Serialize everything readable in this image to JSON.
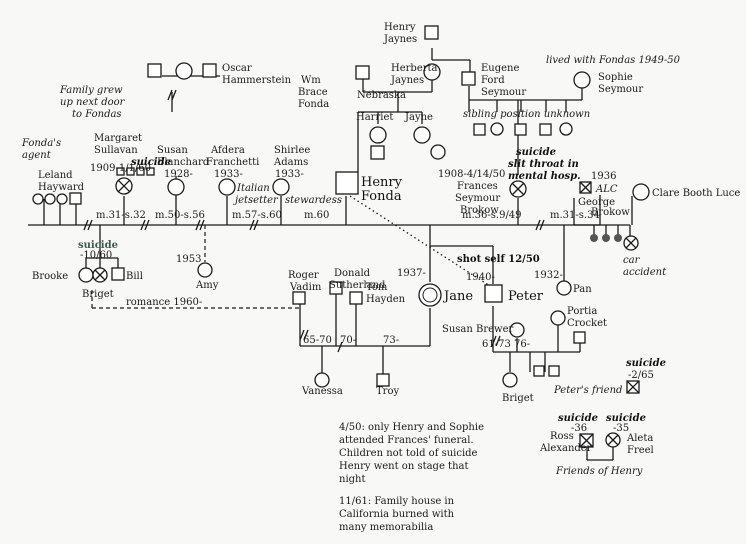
{
  "people": {
    "henry_jaynes": [
      "Henry",
      "Jaynes"
    ],
    "oscar": [
      "Oscar",
      "Hammerstein"
    ],
    "herberta": [
      "Herberta",
      "Jaynes"
    ],
    "eugene": [
      "Eugene",
      "Ford",
      "Seymour"
    ],
    "wm": [
      "Wm",
      "Brace",
      "Fonda"
    ],
    "sophie": [
      "Sophie",
      "Seymour"
    ],
    "harriet": "Harriet",
    "jayne": "Jayne",
    "margaret": [
      "Margaret",
      "Sullavan"
    ],
    "susan_b": [
      "Susan",
      "Blanchard"
    ],
    "afdera": [
      "Afdera",
      "Franchetti"
    ],
    "shirlee": [
      "Shirlee",
      "Adams"
    ],
    "henry_fonda": [
      "Henry",
      "Fonda"
    ],
    "leland": [
      "Leland",
      "Hayward"
    ],
    "frances": [
      "Frances",
      "Seymour",
      "Brokow"
    ],
    "george": [
      "George",
      "Brokow"
    ],
    "clare": "Clare Booth Luce",
    "brooke": "Brooke",
    "briget1": "Briget",
    "bill": "Bill",
    "amy": "Amy",
    "roger": [
      "Roger",
      "Vadim"
    ],
    "donald": [
      "Donald",
      "Sutherland"
    ],
    "tom": [
      "Tom",
      "Hayden"
    ],
    "jane": "Jane",
    "peter": "Peter",
    "pan": "Pan",
    "portia": [
      "Portia",
      "Crocket"
    ],
    "susan_brewer": "Susan Brewer",
    "vanessa": "Vanessa",
    "troy": "Troy",
    "briget2": "Briget",
    "ross": [
      "Ross",
      "Alexander"
    ],
    "aleta": [
      "Aleta",
      "Freel"
    ]
  },
  "dates": {
    "margaret": "1909-1/1/60",
    "susan_b": "1928-",
    "afdera": "1933-",
    "shirlee": "1933-",
    "frances": "1908-4/14/50",
    "george": "1936",
    "briget1": "-10/60",
    "amy": "1953",
    "jane": "1937-",
    "peter": "1940-",
    "pan": "1932-",
    "peters_friend": "-2/65",
    "ross": "-36",
    "aleta": "-35"
  },
  "marriages": {
    "m1": "m.31-s.32",
    "m2": "m.50-s.56",
    "m3": "m.57-s.60",
    "m4": "m.60",
    "m5": "m.36-s.9/49",
    "m6": "m.31-s.34",
    "vadim": "65-70",
    "sutherland": "70-",
    "hayden": "73-",
    "peter_m1": "61-73",
    "peter_m2": "76-"
  },
  "notes": {
    "family_grew": [
      "Family grew",
      "up next door",
      "to Fondas"
    ],
    "fondas_agent": [
      "Fonda's",
      "agent"
    ],
    "lived_with": "lived with Fondas 1949-50",
    "nebraska": "Nebraska",
    "sibling": "sibling position unknown",
    "suicide": "suicide",
    "suicide_slit": [
      "suicide",
      "slit throat in",
      "mental hosp."
    ],
    "italian": [
      "Italian",
      "jetsetter"
    ],
    "stewardess": "stewardess",
    "alc": "ALC",
    "car_accident": [
      "car",
      "accident"
    ],
    "shot_self": "shot self 12/50",
    "romance": "romance 1960-",
    "peters_friend": "Peter's friend",
    "friends_of_henry": "Friends of Henry",
    "note1": [
      "4/50: only Henry and Sophie",
      "attended Frances' funeral.",
      "Children not told of suicide",
      "Henry went on stage that",
      "night"
    ],
    "note2": [
      "11/61: Family house in",
      "California burned with",
      "many memorabilia"
    ]
  },
  "colors": {
    "ink": "#1a1a1a",
    "suicide_green": "#3d5a4a",
    "paper": "#f8f8f6",
    "sibling_fill": "#555555"
  }
}
